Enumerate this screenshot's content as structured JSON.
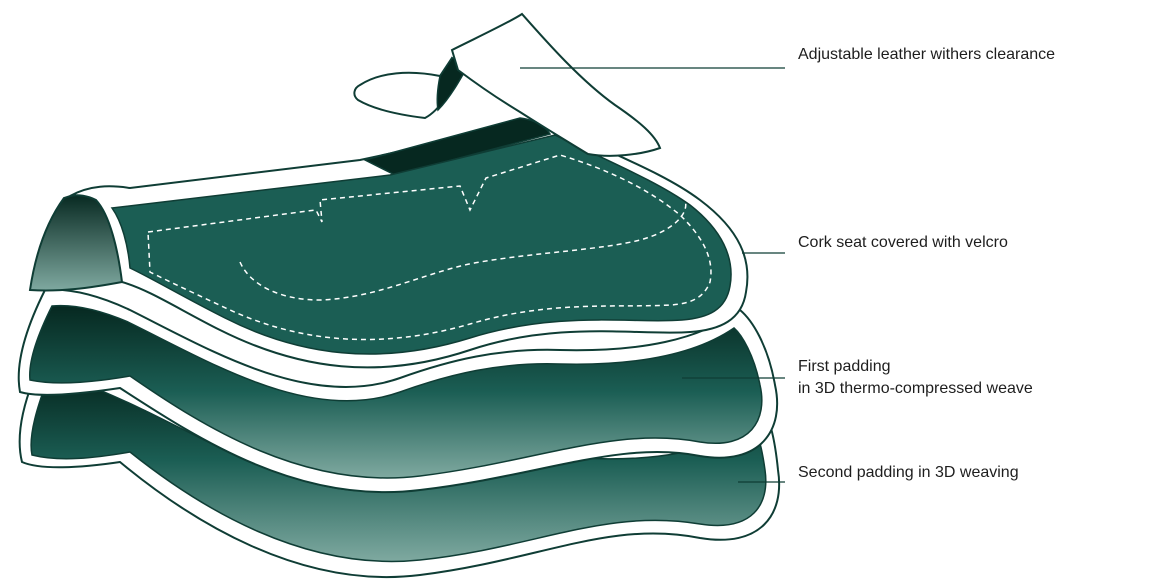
{
  "colors": {
    "pad_green": "#1b5e54",
    "deep_green": "#062820",
    "light_green": "#7fa9a0",
    "outline": "#0f3d35",
    "background": "#ffffff"
  },
  "callouts": [
    {
      "id": "withers",
      "lines": [
        "Adjustable leather withers clearance"
      ]
    },
    {
      "id": "seat",
      "lines": [
        "Cork seat covered with velcro"
      ]
    },
    {
      "id": "first-padding",
      "lines": [
        "First padding",
        "in 3D thermo-compressed weave"
      ]
    },
    {
      "id": "second-padding",
      "lines": [
        "Second padding in 3D weaving"
      ]
    }
  ]
}
